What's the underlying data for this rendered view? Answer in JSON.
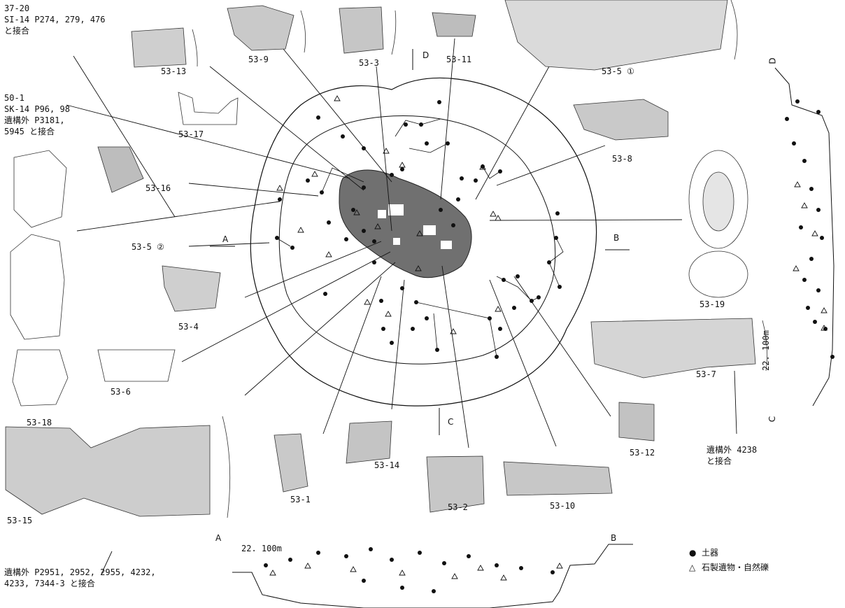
{
  "notes": {
    "note1": [
      "37-20",
      "SI-14 P274, 279, 476",
      "と接合"
    ],
    "note2": [
      "50-1",
      "SK-14 P96, 98",
      "遺構外 P3181,",
      "5945 と接合"
    ],
    "note3": [
      "遺構外 4238",
      "と接合"
    ],
    "note4": [
      "遺構外 P2951, 2952, 2955, 4232,",
      "4233, 7344-3 と接合"
    ]
  },
  "artifacts": [
    "53-1",
    "53-2",
    "53-3",
    "53-4",
    "53-5 ①",
    "53-5 ②",
    "53-6",
    "53-7",
    "53-8",
    "53-9",
    "53-10",
    "53-11",
    "53-12",
    "53-13",
    "53-14",
    "53-15",
    "53-16",
    "53-17",
    "53-18",
    "53-19"
  ],
  "section_marks": {
    "a": "A",
    "b": "B",
    "c": "C",
    "d": "D"
  },
  "elevation": "22. 100m",
  "legend": [
    {
      "symbol": "●",
      "label": "土器"
    },
    {
      "symbol": "△",
      "label": "石製遺物・自然礫"
    }
  ]
}
